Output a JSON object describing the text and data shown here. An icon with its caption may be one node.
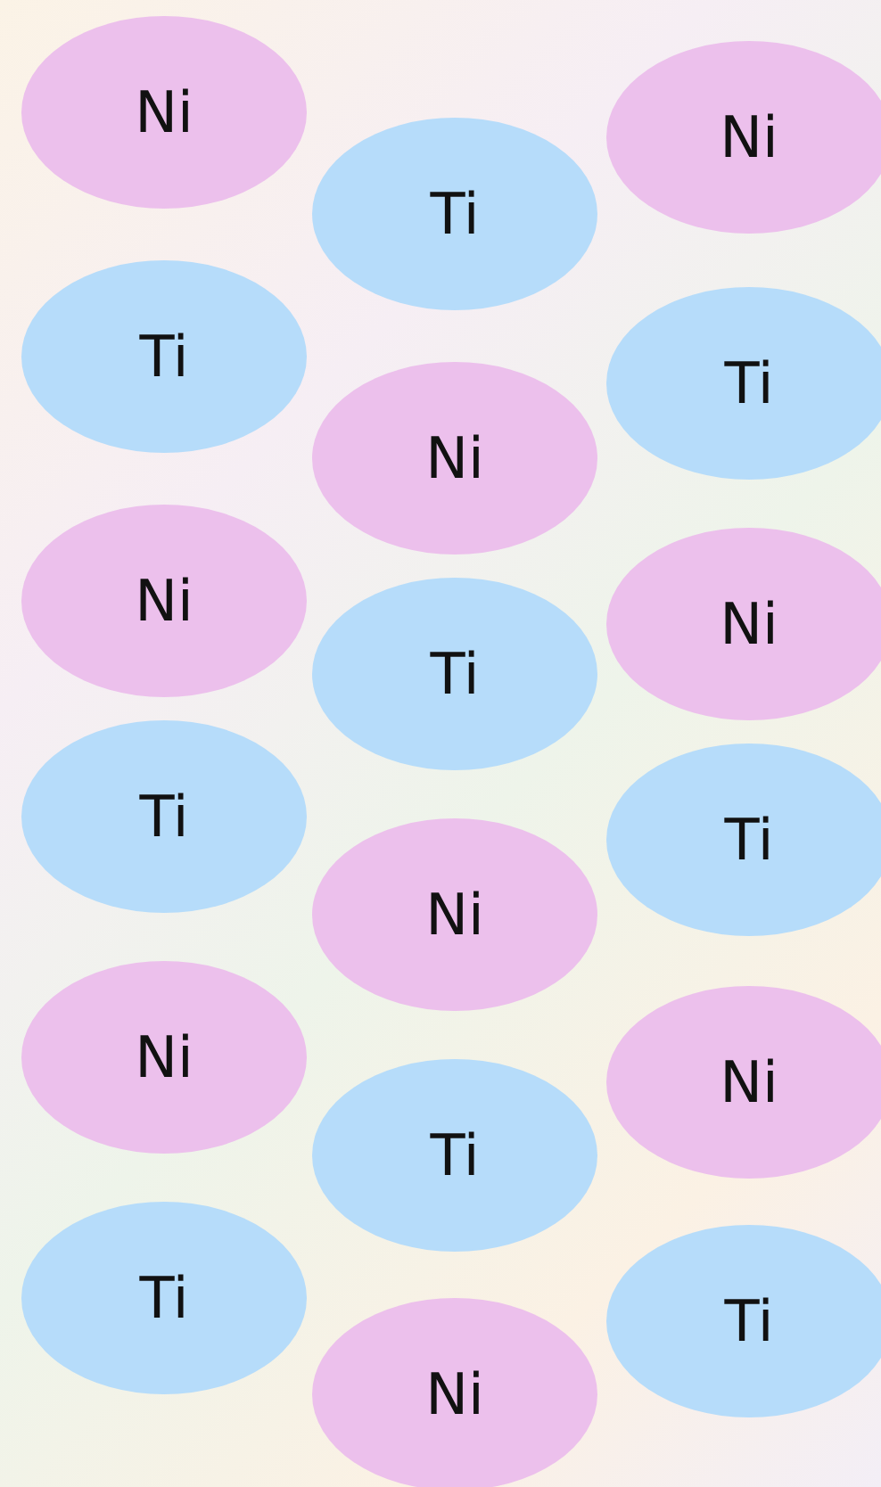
{
  "diagram": {
    "nodes": [
      {
        "text": [
          "Ni"
        ]
      },
      {
        "text": [
          "Ti"
        ]
      },
      {
        "text": [
          "Ni"
        ]
      },
      {
        "text": [
          "Ti"
        ]
      },
      {
        "text": [
          "Ni"
        ]
      },
      {
        "text": [
          "Ti"
        ]
      },
      {
        "text": [
          "Ni"
        ]
      },
      {
        "text": [
          "Ti"
        ]
      },
      {
        "text": [
          "Ni"
        ]
      },
      {
        "text": [
          "Ti"
        ]
      },
      {
        "text": [
          "Ni"
        ]
      },
      {
        "text": [
          "Ti"
        ]
      },
      {
        "text": [
          "Ni"
        ]
      },
      {
        "text": [
          "Ti"
        ]
      },
      {
        "text": [
          "Ni"
        ]
      },
      {
        "text": [
          "Ti"
        ]
      },
      {
        "text": [
          "Ni"
        ]
      },
      {
        "text": [
          "Ti"
        ]
      }
    ]
  }
}
